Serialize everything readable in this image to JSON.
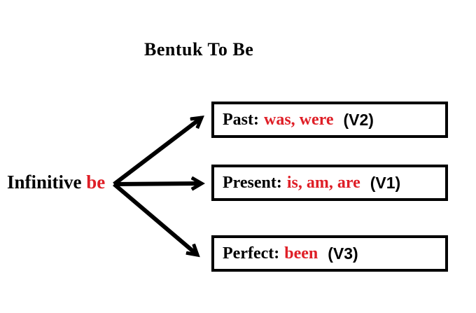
{
  "title": "Bentuk To Be",
  "infinitive": {
    "word": "Infinitive",
    "highlight": "be"
  },
  "boxes": [
    {
      "label": "Past:",
      "forms": "was, were",
      "code": "(V2)"
    },
    {
      "label": "Present:",
      "forms": "is, am, are",
      "code": "(V1)"
    },
    {
      "label": "Perfect:",
      "forms": "been",
      "code": "(V3)"
    }
  ],
  "colors": {
    "text": "#000000",
    "highlight_red": "#df1f27",
    "background": "#ffffff"
  }
}
